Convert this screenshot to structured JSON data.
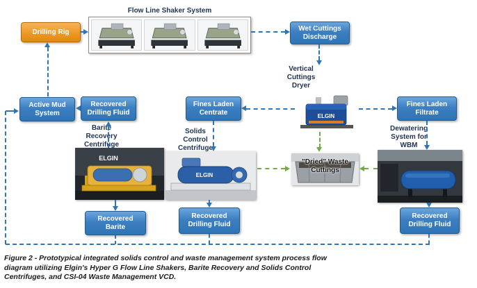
{
  "figure": {
    "caption": "Figure 2 - Prototypical integrated solids control and waste management system process flow diagram utilizing Elgin's Hyper G Flow Line Shakers, Barite Recovery and Solids Control Centrifuges, and CSI-04 Waste Management VCD."
  },
  "brand": {
    "machine_label": "ELGIN"
  },
  "labels": {
    "flow_line_shaker_system": "Flow Line Shaker System",
    "vertical_cuttings_dryer": "Vertical Cuttings Dryer",
    "barite_recovery_centrifuge": "Barite Recovery Centrifuge",
    "solids_control_centrifuge": "Solids Control Centrifuge",
    "dewatering_system_wbm": "Dewatering System for WBM"
  },
  "nodes": {
    "drilling_rig": "Drilling Rig",
    "wet_cuttings_discharge": "Wet Cuttings Discharge",
    "active_mud_system": "Active Mud System",
    "recovered_drilling_fluid": "Recovered Drilling Fluid",
    "fines_laden_centrate": "Fines Laden Centrate",
    "fines_laden_filtrate": "Fines Laden Filtrate",
    "dried_waste_cuttings": "\"Dried\" Waste Cuttings",
    "recovered_barite": "Recovered Barite"
  },
  "colors": {
    "node_blue": "#2E75B6",
    "node_orange": "#ED9722",
    "arrow_blue": "#2E75B6",
    "arrow_green": "#6FAC46"
  }
}
